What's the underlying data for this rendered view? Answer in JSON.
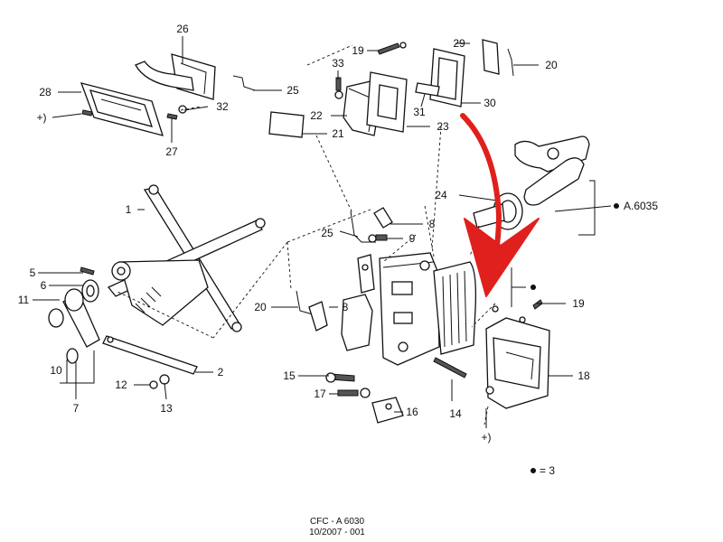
{
  "parts": {
    "p1": "1",
    "p2": "2",
    "p3_note": "3",
    "p5": "5",
    "p6": "6",
    "p7": "7",
    "p8a": "8",
    "p8b": "8",
    "p9": "9",
    "p10": "10",
    "p11": "11",
    "p12": "12",
    "p13": "13",
    "p14": "14",
    "p15": "15",
    "p16": "16",
    "p17": "17",
    "p18": "18",
    "p19a": "19",
    "p19b": "19",
    "p20a": "20",
    "p20b": "20",
    "p21": "21",
    "p22": "22",
    "p23": "23",
    "p24": "24",
    "p25a": "25",
    "p25b": "25",
    "p26": "26",
    "p27": "27",
    "p28": "28",
    "p29": "29",
    "p30": "30",
    "p31": "31",
    "p32": "32",
    "p33": "33"
  },
  "refs": {
    "a6035": "A.6035",
    "plus_left": "+)",
    "plus_right": "+)",
    "bullet_eq": "= 3"
  },
  "footer": {
    "code": "CFC - A 6030",
    "date": "10/2007 - 001"
  },
  "colors": {
    "arrow": "#e0201c",
    "ink": "#111111"
  }
}
